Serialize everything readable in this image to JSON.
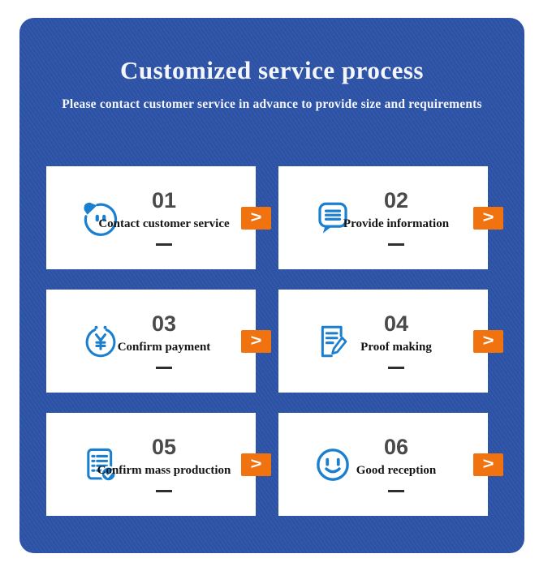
{
  "header": {
    "title": "Customized service process",
    "subtitle": "Please contact customer service in advance to provide size and requirements"
  },
  "card_button": {
    "label": ">"
  },
  "colors": {
    "panel_blue": "#2d53a7",
    "icon_blue": "#1b7fd0",
    "button_orange": "#f1730f",
    "number_gray": "#4a4a4a"
  },
  "cards": [
    {
      "number": "01",
      "label": "Contact customer service",
      "icon": "chat-face-icon"
    },
    {
      "number": "02",
      "label": "Provide information",
      "icon": "message-bubble-icon"
    },
    {
      "number": "03",
      "label": "Confirm payment",
      "icon": "coin-yen-icon"
    },
    {
      "number": "04",
      "label": "Proof making",
      "icon": "document-pencil-icon"
    },
    {
      "number": "05",
      "label": "Confirm mass production",
      "icon": "checklist-check-icon"
    },
    {
      "number": "06",
      "label": "Good reception",
      "icon": "smiley-face-icon"
    }
  ]
}
